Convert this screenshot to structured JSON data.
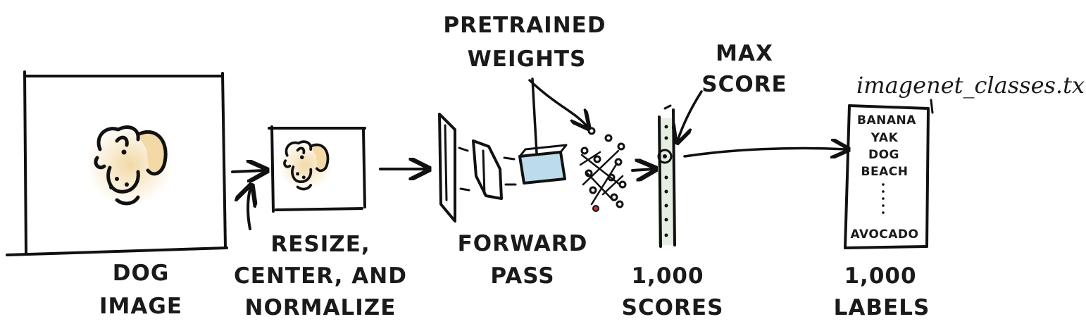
{
  "labels": {
    "dog_image_line1": "DOG",
    "dog_image_line2": "IMAGE",
    "preprocess_line1": "RESIZE,",
    "preprocess_line2": "CENTER, AND",
    "preprocess_line3": "NORMALIZE",
    "weights_line1": "PRETRAINED",
    "weights_line2": "WEIGHTS",
    "forward_line1": "FORWARD",
    "forward_line2": "PASS",
    "max_line1": "MAX",
    "max_line2": "SCORE",
    "scores_line1": "1,000",
    "scores_line2": "SCORES",
    "labels_line1": "1,000",
    "labels_line2": "LABELS",
    "classes_file": "imagenet_classes.txt"
  },
  "class_list": {
    "item1": "BANANA",
    "item2": "YAK",
    "item3": "DOG",
    "item4": "BEACH",
    "last": "AVOCADO"
  },
  "colors": {
    "ink": "#111111",
    "dog_fill": "#f2d9a6",
    "tensor_fill": "#bcdcec",
    "score_bar_fill": "#e6eee2"
  }
}
